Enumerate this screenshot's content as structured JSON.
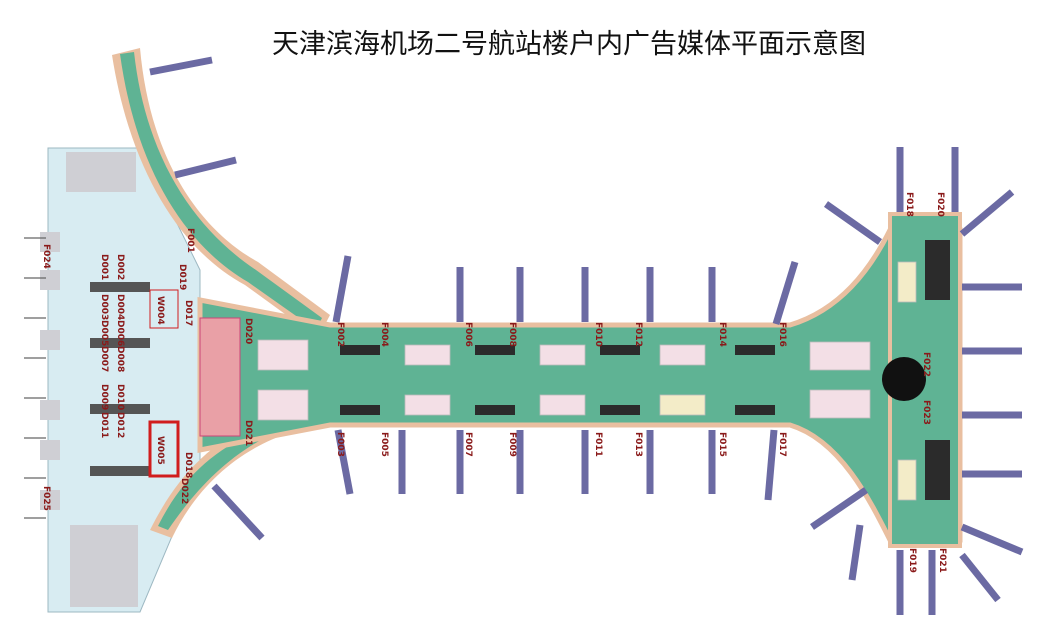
{
  "title": "天津滨海机场二号航站楼户内广告媒体平面示意图",
  "colors": {
    "hall": "#d8ecf2",
    "pier": "#5fb394",
    "pier_edge": "#e9bfa0",
    "bridge": "#6b6aa3",
    "highlight": "#d11d1d",
    "label": "#8a1a1a",
    "pink_block": "#e9a0a6",
    "void": "#111111"
  },
  "main_hall": {
    "d_labels": [
      "D001",
      "D002",
      "D003",
      "D004",
      "D005",
      "D006",
      "D007",
      "D008",
      "D009",
      "D010",
      "D011",
      "D012"
    ],
    "w_labels": [
      "W004",
      "W005"
    ],
    "highlighted": "W005"
  },
  "d_gates": [
    "D017",
    "D018",
    "D019",
    "D020",
    "D021",
    "D022"
  ],
  "f_gates": [
    "F001",
    "F002",
    "F003",
    "F004",
    "F005",
    "F006",
    "F007",
    "F008",
    "F009",
    "F010",
    "F011",
    "F012",
    "F013",
    "F014",
    "F015",
    "F016",
    "F017",
    "F018",
    "F019",
    "F020",
    "F021",
    "F022",
    "F023",
    "F024",
    "F025"
  ]
}
